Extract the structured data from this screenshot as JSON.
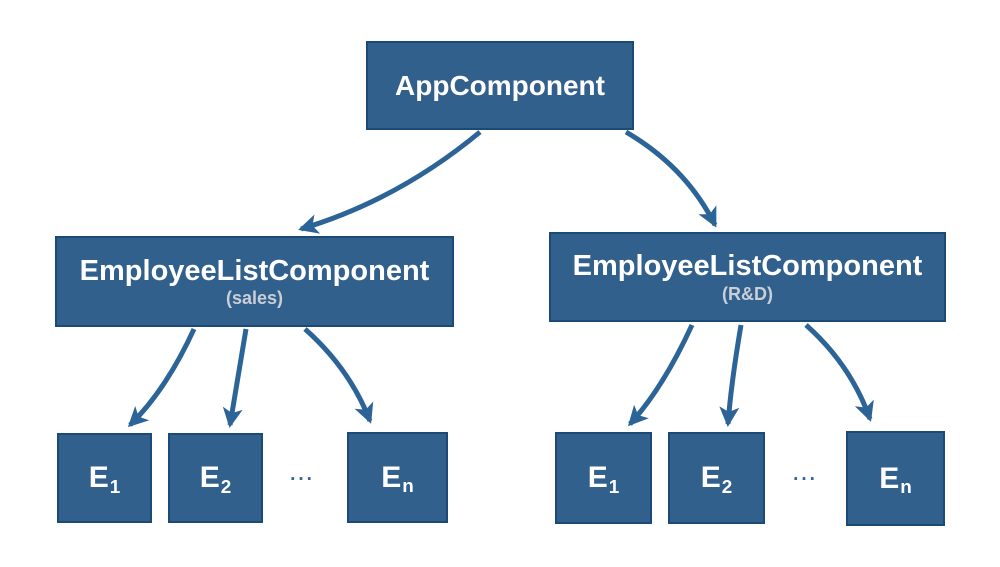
{
  "root_label": "AppComponent",
  "groups": [
    {
      "label": "EmployeeListComponent",
      "sublabel": "(sales)",
      "ellipsis": "...",
      "employees": [
        {
          "base": "E",
          "sub": "1"
        },
        {
          "base": "E",
          "sub": "2"
        },
        {
          "base": "E",
          "sub": "n"
        }
      ]
    },
    {
      "label": "EmployeeListComponent",
      "sublabel": "(R&D)",
      "ellipsis": "...",
      "employees": [
        {
          "base": "E",
          "sub": "1"
        },
        {
          "base": "E",
          "sub": "2"
        },
        {
          "base": "E",
          "sub": "n"
        }
      ]
    }
  ],
  "colors": {
    "box_fill": "#31608C",
    "box_border": "#1C4A77",
    "arrow": "#2C6497",
    "label_text": "#FFFFFF",
    "sublabel_text": "#C9CFD6",
    "ellipsis_text": "#35639A",
    "background": "#FFFFFF"
  }
}
